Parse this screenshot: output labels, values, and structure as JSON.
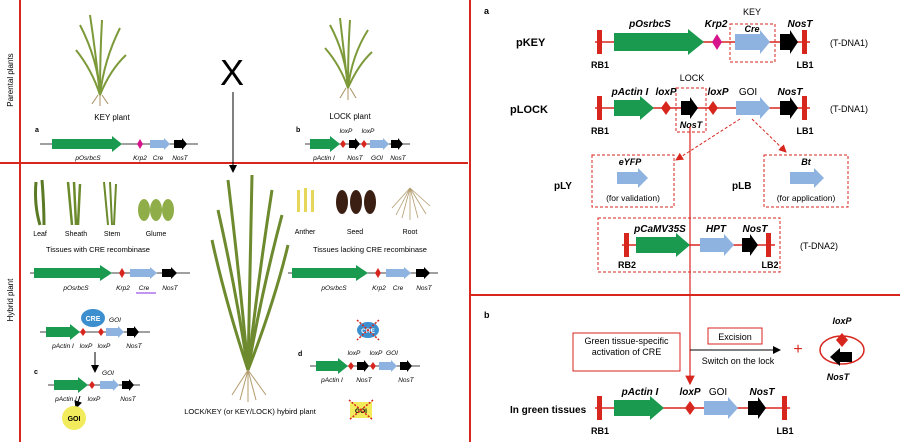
{
  "left": {
    "side_top": "Parental plants",
    "side_bottom": "Hybrid plant",
    "key_plant": "KEY plant",
    "lock_plant": "LOCK plant",
    "cross": "X",
    "label_a": "a",
    "label_b": "b",
    "label_c": "c",
    "label_d": "d",
    "p_pOsrbcS": "pOsrbcS",
    "p_Krp2": "Krp2",
    "p_Cre": "Cre",
    "p_NosT": "NosT",
    "p_pActinI": "pActin I",
    "p_loxP": "loxP",
    "p_GOI": "GOI",
    "leaf": "Leaf",
    "sheath": "Sheath",
    "stem": "Stem",
    "glume": "Glume",
    "anther": "Anther",
    "seed": "Seed",
    "root": "Root",
    "tissues_with": "Tissues with CRE recombinase",
    "tissues_lacking": "Tissues lacking CRE recombinase",
    "cre_bubble": "CRE",
    "goi_bubble": "GOI",
    "hybrid_caption": "LOCK/KEY (or KEY/LOCK) hybird plant"
  },
  "right": {
    "label_a": "a",
    "label_b": "b",
    "pKEY": "pKEY",
    "pLOCK": "pLOCK",
    "pLY": "pLY",
    "pLB": "pLB",
    "key_box": "KEY",
    "lock_box": "LOCK",
    "pOsrbcS": "pOsrbcS",
    "Krp2": "Krp2",
    "Cre": "Cre",
    "NosT": "NosT",
    "pActinI": "pActin I",
    "loxP": "loxP",
    "GOI": "GOI",
    "RB1": "RB1",
    "LB1": "LB1",
    "RB2": "RB2",
    "LB2": "LB2",
    "tdna1": "(T-DNA1)",
    "tdna2": "(T-DNA2)",
    "eYFP": "eYFP",
    "for_validation": "(for validation)",
    "Bt": "Bt",
    "for_application": "(for application)",
    "pCaMV35S": "pCaMV35S",
    "HPT": "HPT",
    "green_box": "Green tissue-specific activation of CRE",
    "excision": "Excision",
    "switch": "Switch on the lock",
    "plus": "+",
    "in_green": "In green tissues"
  },
  "colors": {
    "red": "#d7261e",
    "green": "#1a9a4f",
    "blue": "#8fb3e0",
    "magenta": "#d6148c",
    "black": "#000000",
    "plant": "#7d9a3a",
    "seed": "#3a1f12",
    "anther": "#e6d65a",
    "cre_blue": "#3c8fcf",
    "goi_yellow": "#f2ec5c"
  }
}
